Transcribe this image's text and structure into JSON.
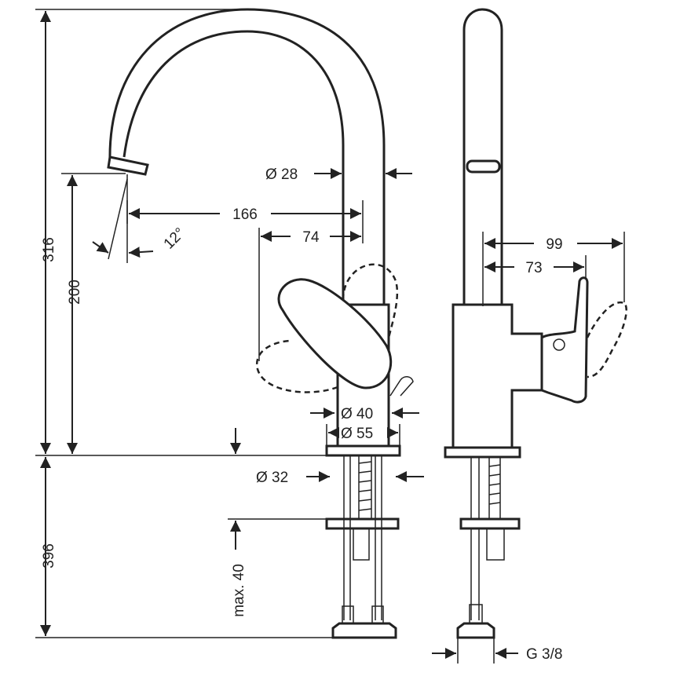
{
  "labels": {
    "height_total": "316",
    "height_outlet": "200",
    "below_deck": "396",
    "pipe_dia": "Ø 28",
    "reach": "166",
    "reach_inner": "74",
    "angle": "12°",
    "base_dia_40": "Ø 40",
    "base_dia_55": "Ø 55",
    "hole_dia": "Ø 32",
    "max_thickness": "max. 40",
    "side_99": "99",
    "side_73": "73",
    "connection": "G 3/8"
  },
  "colors": {
    "line": "#222222",
    "background": "#ffffff"
  }
}
